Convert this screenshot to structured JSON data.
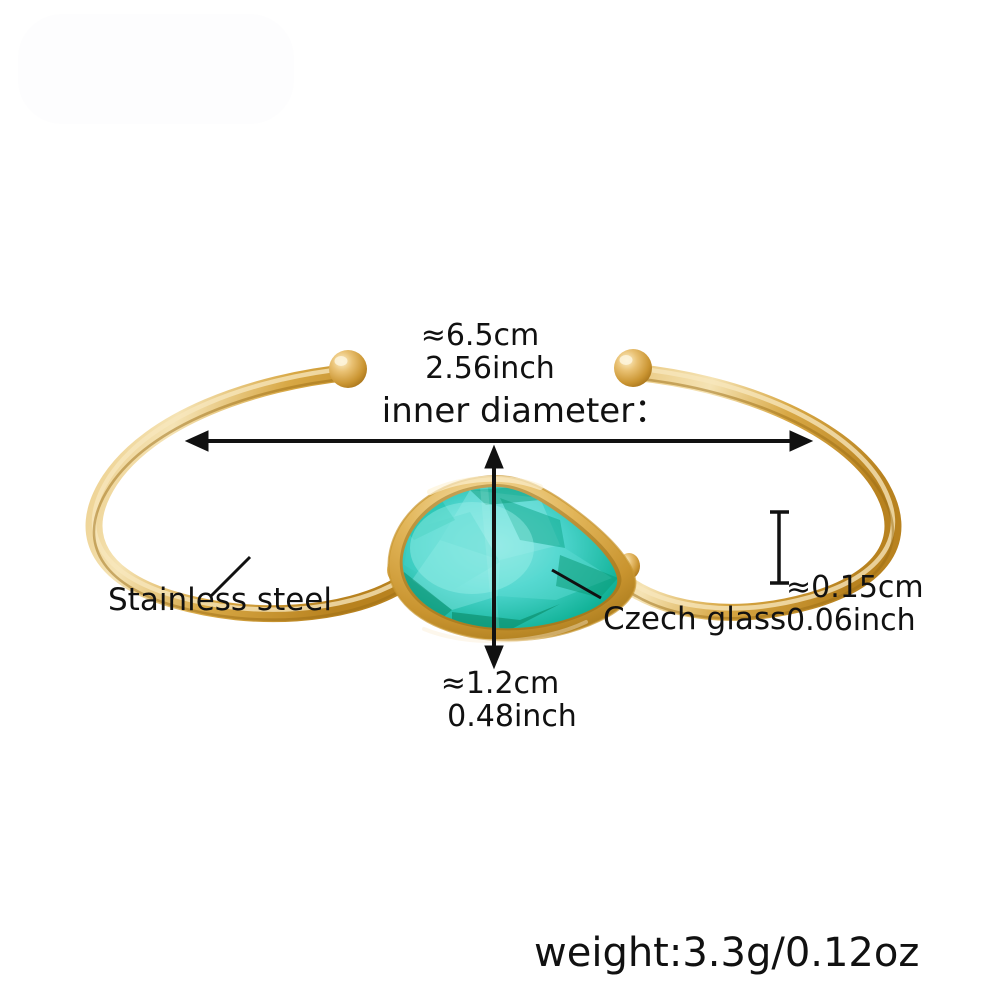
{
  "product": {
    "type": "cuff-bangle-bracelet",
    "band_material": "Stainless steel",
    "stone_material": "Czech glass",
    "band_color_hex": "#d9a93f",
    "band_light_hex": "#f0d493",
    "band_dark_hex": "#b07d22",
    "stone_color_hex": "#17b9a5",
    "stone_dark_hex": "#0a8f6b",
    "stone_light_hex": "#9fe8e0",
    "background_hex": "#ffffff",
    "annotation_color_hex": "#111111"
  },
  "annotations": {
    "inner_diameter_title": "inner diameter：",
    "inner_diameter_cm": "≈6.5cm",
    "inner_diameter_inch": "2.56inch",
    "stone_height_cm": "≈1.2cm",
    "stone_height_inch": "0.48inch",
    "band_thickness_cm": "≈0.15cm",
    "band_thickness_inch": "0.06inch",
    "band_material_label": "Stainless steel",
    "stone_material_label": "Czech glass",
    "weight_label": "weight:3.3g/0.12oz"
  },
  "measurements": {
    "inner_diameter_value_cm": 6.5,
    "inner_diameter_value_inch": 2.56,
    "stone_height_value_cm": 1.2,
    "stone_height_value_inch": 0.48,
    "band_thickness_value_cm": 0.15,
    "band_thickness_value_inch": 0.06,
    "weight_value_g": 3.3,
    "weight_value_oz": 0.12
  }
}
